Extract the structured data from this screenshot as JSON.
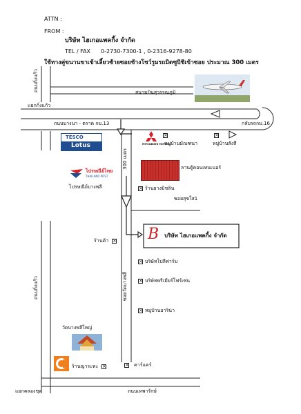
{
  "header": {
    "attn_label": "ATTN :",
    "from_label": "FROM :",
    "company": "บริษัท ไฮเกอแพคกิ้ง จำกัด",
    "telfax_label": "TEL / FAX",
    "telfax_value": "0-2730-7300-1 , 0-2316-9278-80",
    "directions": "ใช้ทางคู่ขนานขาเข้าเลี้ยวซ้ายซอยช้างโชว์รูมรถมิตซูบิชิเข้าซอย ประมาณ 300 เมตร"
  },
  "roads": {
    "kingkaew_top": "ถนนกิ่งแก้ว",
    "kingkaew_bottom": "ถนนกิ่งแก้ว",
    "kingkaew_junction": "แยกกิ่งแก้ว",
    "bangna_trat": "ถนนบางนา - ตราด กม.13",
    "uturn": "กลับรถกม.16",
    "airport": "สนามบินสุวรรณภูมิ",
    "soi_length": "300 เมตร",
    "soi_sukhothai": "ซอยสุขใส1",
    "soi_wat_bangphli": "ซอยวัดบางพลี",
    "thepharak": "ถนนเทพารักษ์",
    "khlong_junction": "แยกคลองชุด"
  },
  "landmarks": {
    "tesco_line1": "TESCO",
    "tesco_line2": "Lotus",
    "mitsubishi_logo_text": "MITSUBISHI MOTORS",
    "thailandpost_logo_line1": "ไปรษณีย์ไทย",
    "thailandpost_logo_line2": "THAILAND POST",
    "post_office": "ไปรษณีย์บางพลี",
    "village_manthana": "หมู่บ้านมัณฑนา",
    "village_sanguansi": "หมู่บ้านสังสี",
    "container_yard": "ลานตู้คอนเทนเนอร์",
    "tire_shop": "ร้านยางมิชลิน",
    "shop": "ร้านค้า",
    "company_logo": "B",
    "company_label": "บริษัท ไฮเกอแพคกิ้ง จำกัด",
    "polyfarm": "บริษัทโปลีฟาร์ม",
    "premier_frozen": "บริษัทพรีเมียร์โฟร์เซ่น",
    "village_arina": "หมู่บ้านอาริน่า",
    "temple": "วัดบางพลีใหญ่",
    "shop_bottom": "ร้านญาระทะ",
    "carcare": "คาร์แคร์"
  },
  "colors": {
    "mitsubishi_red": "#d8202c",
    "container_red": "#c9302c",
    "post_red": "#d2232a",
    "company_accent": "#c8242c",
    "tesco_blue": "#1f4d8f",
    "seven_orange": "#f0801e"
  }
}
